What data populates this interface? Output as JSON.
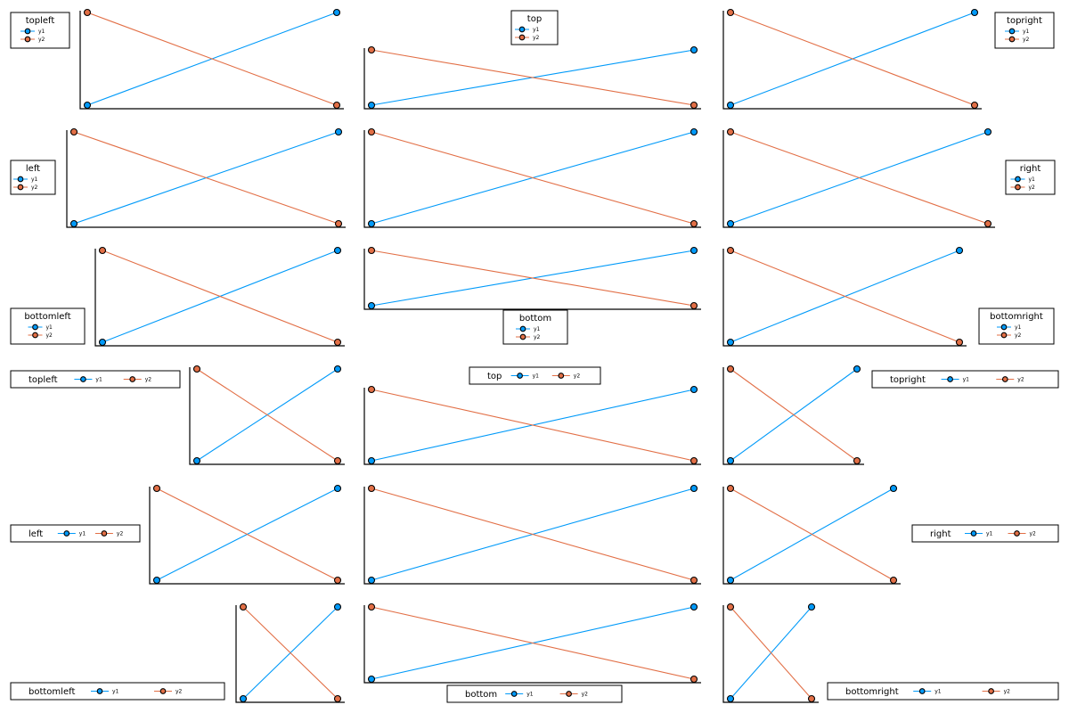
{
  "colors": {
    "y1": "#009AF9",
    "y2": "#E26F46"
  },
  "chart_data": [
    {
      "type": "line",
      "legend_title": "topleft",
      "legend_position": "topleft",
      "legend_orientation": "vertical",
      "series": [
        {
          "name": "y1",
          "x": [
            1,
            2
          ],
          "y": [
            1,
            2
          ]
        },
        {
          "name": "y2",
          "x": [
            1,
            2
          ],
          "y": [
            2,
            1
          ]
        }
      ]
    },
    {
      "type": "line",
      "legend_title": "top",
      "legend_position": "top",
      "legend_orientation": "vertical",
      "series": [
        {
          "name": "y1",
          "x": [
            1,
            2
          ],
          "y": [
            1,
            2
          ]
        },
        {
          "name": "y2",
          "x": [
            1,
            2
          ],
          "y": [
            2,
            1
          ]
        }
      ]
    },
    {
      "type": "line",
      "legend_title": "topright",
      "legend_position": "topright",
      "legend_orientation": "vertical",
      "series": [
        {
          "name": "y1",
          "x": [
            1,
            2
          ],
          "y": [
            1,
            2
          ]
        },
        {
          "name": "y2",
          "x": [
            1,
            2
          ],
          "y": [
            2,
            1
          ]
        }
      ]
    },
    {
      "type": "line",
      "legend_title": "left",
      "legend_position": "left",
      "legend_orientation": "vertical",
      "series": [
        {
          "name": "y1",
          "x": [
            1,
            2
          ],
          "y": [
            1,
            2
          ]
        },
        {
          "name": "y2",
          "x": [
            1,
            2
          ],
          "y": [
            2,
            1
          ]
        }
      ]
    },
    {
      "type": "line",
      "legend_title": "",
      "legend_position": "none",
      "legend_orientation": "vertical",
      "series": [
        {
          "name": "y1",
          "x": [
            1,
            2
          ],
          "y": [
            1,
            2
          ]
        },
        {
          "name": "y2",
          "x": [
            1,
            2
          ],
          "y": [
            2,
            1
          ]
        }
      ]
    },
    {
      "type": "line",
      "legend_title": "right",
      "legend_position": "right",
      "legend_orientation": "vertical",
      "series": [
        {
          "name": "y1",
          "x": [
            1,
            2
          ],
          "y": [
            1,
            2
          ]
        },
        {
          "name": "y2",
          "x": [
            1,
            2
          ],
          "y": [
            2,
            1
          ]
        }
      ]
    },
    {
      "type": "line",
      "legend_title": "bottomleft",
      "legend_position": "bottomleft",
      "legend_orientation": "vertical",
      "series": [
        {
          "name": "y1",
          "x": [
            1,
            2
          ],
          "y": [
            1,
            2
          ]
        },
        {
          "name": "y2",
          "x": [
            1,
            2
          ],
          "y": [
            2,
            1
          ]
        }
      ]
    },
    {
      "type": "line",
      "legend_title": "bottom",
      "legend_position": "bottom",
      "legend_orientation": "vertical",
      "series": [
        {
          "name": "y1",
          "x": [
            1,
            2
          ],
          "y": [
            1,
            2
          ]
        },
        {
          "name": "y2",
          "x": [
            1,
            2
          ],
          "y": [
            2,
            1
          ]
        }
      ]
    },
    {
      "type": "line",
      "legend_title": "bottomright",
      "legend_position": "bottomright",
      "legend_orientation": "vertical",
      "series": [
        {
          "name": "y1",
          "x": [
            1,
            2
          ],
          "y": [
            1,
            2
          ]
        },
        {
          "name": "y2",
          "x": [
            1,
            2
          ],
          "y": [
            2,
            1
          ]
        }
      ]
    },
    {
      "type": "line",
      "legend_title": "topleft",
      "legend_position": "topleft",
      "legend_orientation": "horizontal",
      "series": [
        {
          "name": "y1",
          "x": [
            1,
            2
          ],
          "y": [
            1,
            2
          ]
        },
        {
          "name": "y2",
          "x": [
            1,
            2
          ],
          "y": [
            2,
            1
          ]
        }
      ]
    },
    {
      "type": "line",
      "legend_title": "top",
      "legend_position": "top",
      "legend_orientation": "horizontal",
      "series": [
        {
          "name": "y1",
          "x": [
            1,
            2
          ],
          "y": [
            1,
            2
          ]
        },
        {
          "name": "y2",
          "x": [
            1,
            2
          ],
          "y": [
            2,
            1
          ]
        }
      ]
    },
    {
      "type": "line",
      "legend_title": "topright",
      "legend_position": "topright",
      "legend_orientation": "horizontal",
      "series": [
        {
          "name": "y1",
          "x": [
            1,
            2
          ],
          "y": [
            1,
            2
          ]
        },
        {
          "name": "y2",
          "x": [
            1,
            2
          ],
          "y": [
            2,
            1
          ]
        }
      ]
    },
    {
      "type": "line",
      "legend_title": "left",
      "legend_position": "left",
      "legend_orientation": "horizontal",
      "series": [
        {
          "name": "y1",
          "x": [
            1,
            2
          ],
          "y": [
            1,
            2
          ]
        },
        {
          "name": "y2",
          "x": [
            1,
            2
          ],
          "y": [
            2,
            1
          ]
        }
      ]
    },
    {
      "type": "line",
      "legend_title": "",
      "legend_position": "none",
      "legend_orientation": "horizontal",
      "series": [
        {
          "name": "y1",
          "x": [
            1,
            2
          ],
          "y": [
            1,
            2
          ]
        },
        {
          "name": "y2",
          "x": [
            1,
            2
          ],
          "y": [
            2,
            1
          ]
        }
      ]
    },
    {
      "type": "line",
      "legend_title": "right",
      "legend_position": "right",
      "legend_orientation": "horizontal",
      "series": [
        {
          "name": "y1",
          "x": [
            1,
            2
          ],
          "y": [
            1,
            2
          ]
        },
        {
          "name": "y2",
          "x": [
            1,
            2
          ],
          "y": [
            2,
            1
          ]
        }
      ]
    },
    {
      "type": "line",
      "legend_title": "bottomleft",
      "legend_position": "bottomleft",
      "legend_orientation": "horizontal",
      "series": [
        {
          "name": "y1",
          "x": [
            1,
            2
          ],
          "y": [
            1,
            2
          ]
        },
        {
          "name": "y2",
          "x": [
            1,
            2
          ],
          "y": [
            2,
            1
          ]
        }
      ]
    },
    {
      "type": "line",
      "legend_title": "bottom",
      "legend_position": "bottom",
      "legend_orientation": "horizontal",
      "series": [
        {
          "name": "y1",
          "x": [
            1,
            2
          ],
          "y": [
            1,
            2
          ]
        },
        {
          "name": "y2",
          "x": [
            1,
            2
          ],
          "y": [
            2,
            1
          ]
        }
      ]
    },
    {
      "type": "line",
      "legend_title": "bottomright",
      "legend_position": "bottomright",
      "legend_orientation": "horizontal",
      "series": [
        {
          "name": "y1",
          "x": [
            1,
            2
          ],
          "y": [
            1,
            2
          ]
        },
        {
          "name": "y2",
          "x": [
            1,
            2
          ],
          "y": [
            2,
            1
          ]
        }
      ]
    }
  ]
}
